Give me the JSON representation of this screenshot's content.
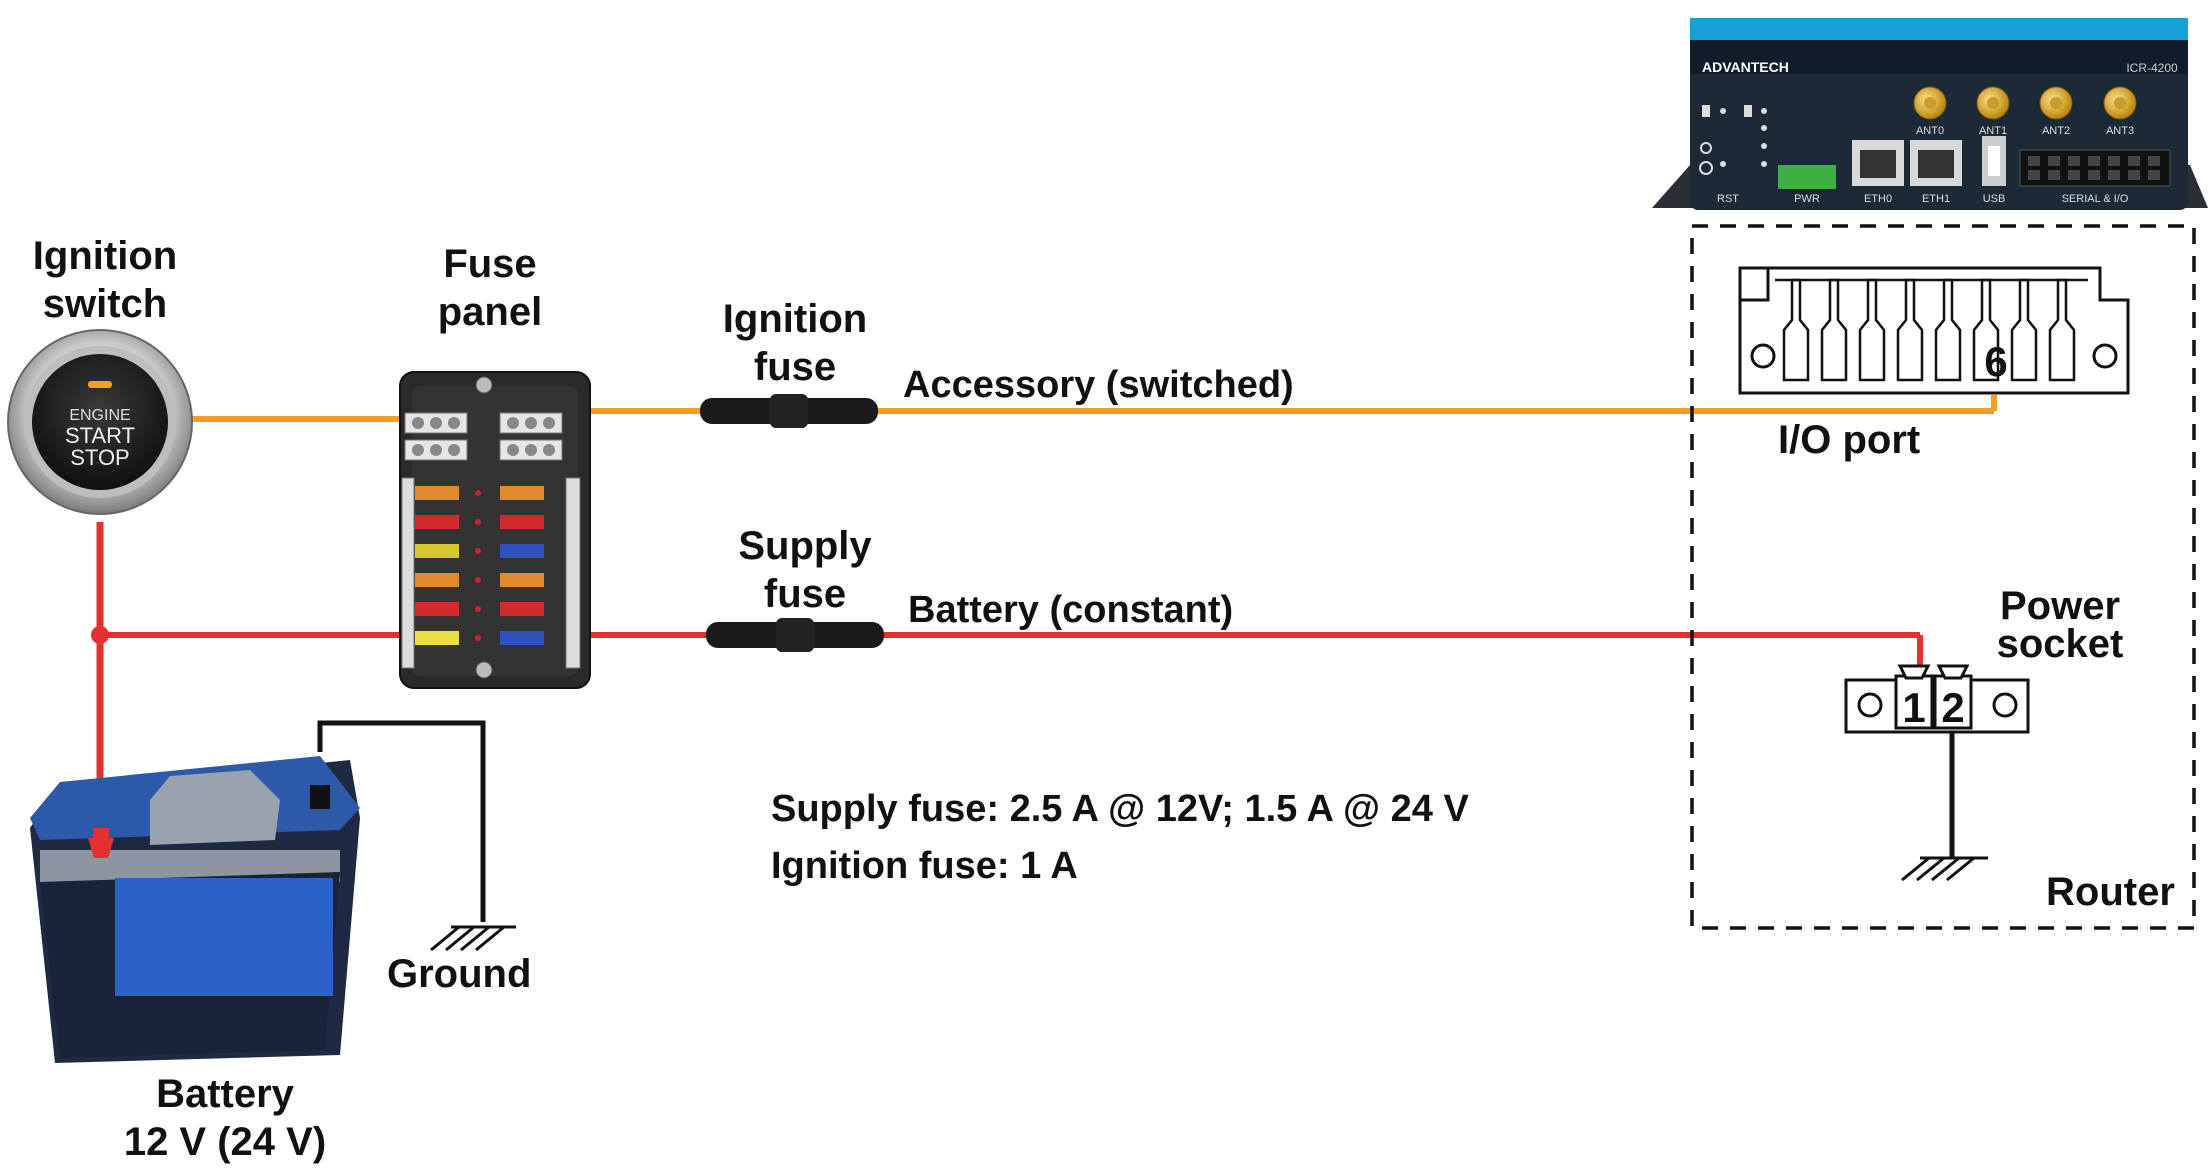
{
  "labels": {
    "ignition_switch": [
      "Ignition",
      "switch"
    ],
    "fuse_panel": [
      "Fuse",
      "panel"
    ],
    "ignition_fuse": [
      "Ignition",
      "fuse"
    ],
    "supply_fuse": [
      "Supply",
      "fuse"
    ],
    "accessory_wire": "Accessory (switched)",
    "battery_wire": "Battery (constant)",
    "io_port": "I/O port",
    "power_socket": [
      "Power",
      "socket"
    ],
    "router": "Router",
    "ground": "Ground",
    "battery": [
      "Battery",
      "12 V (24 V)"
    ],
    "note_supply": "Supply fuse: 2.5 A @ 12V; 1.5 A @ 24 V",
    "note_ignition": "Ignition fuse: 1 A"
  },
  "button_text": [
    "ENGINE",
    "START",
    "STOP"
  ],
  "io_pin_label": "6",
  "power_pins": [
    "1",
    "2"
  ],
  "router_device": {
    "brand": "ADVANTECH",
    "model": "ICR-4200",
    "antennas": [
      "ANT0",
      "ANT1",
      "ANT2",
      "ANT3"
    ],
    "ports": [
      "RST",
      "PWR",
      "ETH0",
      "ETH1",
      "USB",
      "SERIAL & I/O"
    ]
  },
  "colors": {
    "accessory_wire": "#f0a020",
    "battery_wire": "#e53030",
    "ground_wire": "#111111",
    "battery_body": "#1e2a44",
    "battery_label": "#2a62c8",
    "router_body": "#1b2a36",
    "router_accent": "#1a8fc6"
  }
}
